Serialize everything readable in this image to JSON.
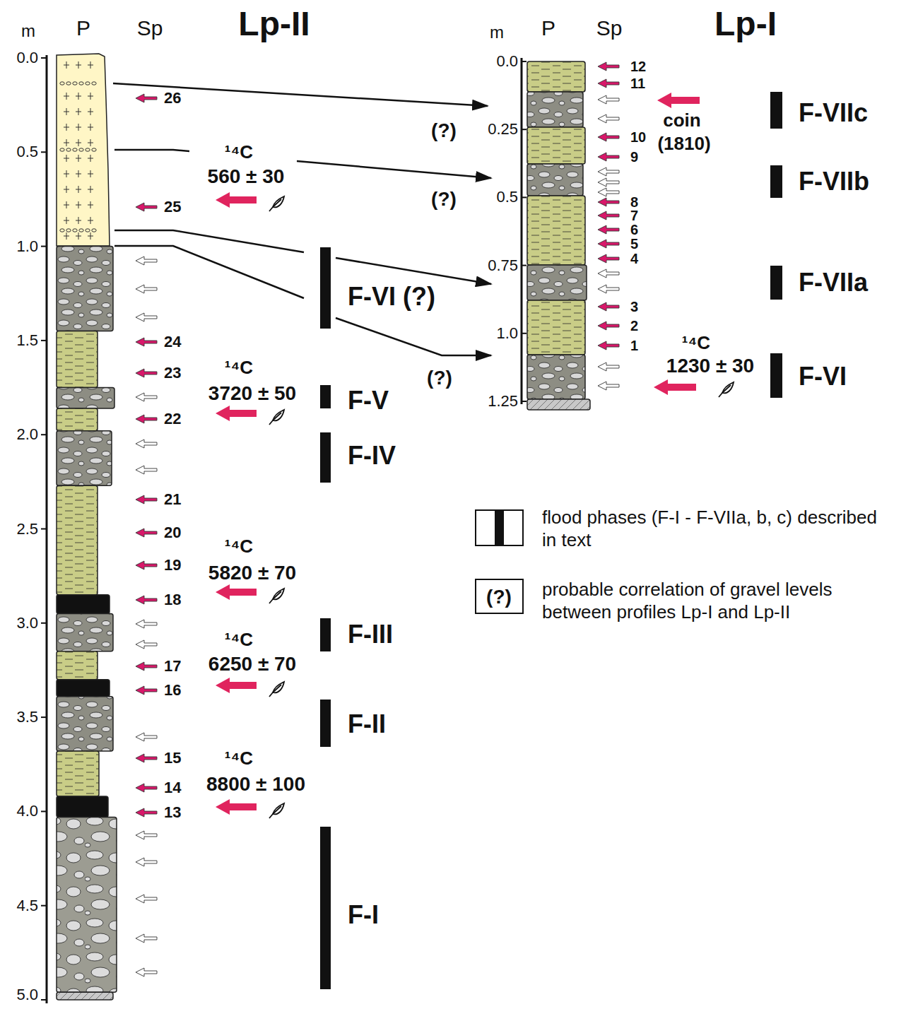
{
  "diagram": {
    "labels": [
      "m",
      "P",
      "Sp",
      "Lp-II",
      "m",
      "P",
      "Sp",
      "Lp-I",
      "0.0",
      "0.5",
      "1.0",
      "1.5",
      "2.0",
      "2.5",
      "3.0",
      "3.5",
      "4.0",
      "4.5",
      "5.0",
      "0.0",
      "0.25",
      "0.5",
      "0.75",
      "1.0",
      "1.25",
      "26",
      "25",
      "24",
      "23",
      "22",
      "21",
      "20",
      "19",
      "18",
      "17",
      "16",
      "15",
      "14",
      "13",
      "12",
      "11",
      "10",
      "9",
      "8",
      "7",
      "6",
      "5",
      "4",
      "3",
      "2",
      "1",
      "¹⁴C",
      "560 ± 30",
      "¹⁴C",
      "3720 ± 50",
      "¹⁴C",
      "5820 ± 70",
      "¹⁴C",
      "6250 ± 70",
      "¹⁴C",
      "8800 ± 100",
      "coin",
      "(1810)",
      "¹⁴C",
      "1230 ± 30",
      "(?)",
      "(?)",
      "(?)",
      "F-VI (?)",
      "F-V",
      "F-IV",
      "F-III",
      "F-II",
      "F-I",
      "F-VIIc",
      "F-VIIb",
      "F-VIIa",
      "F-VI",
      "(?)"
    ],
    "legend": [
      {
        "text": "flood phases (F-I - F-VIIa, b, c) described in text"
      },
      {
        "text": "probable correlation of gravel levels between profiles Lp-I and Lp-II"
      }
    ]
  }
}
